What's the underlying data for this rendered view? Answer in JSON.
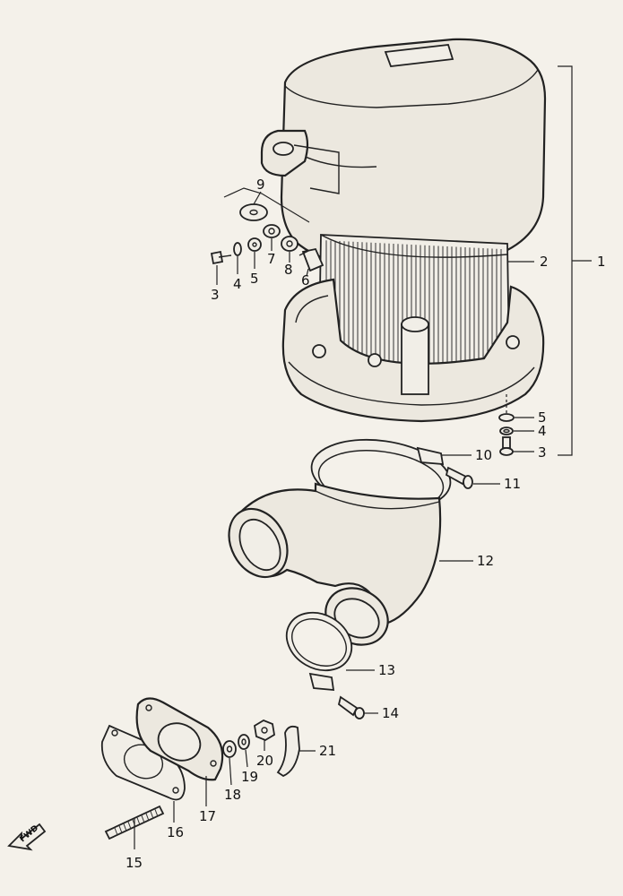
{
  "callouts": [
    {
      "id": "1",
      "label": "1"
    },
    {
      "id": "2",
      "label": "2"
    },
    {
      "id": "3a",
      "label": "3"
    },
    {
      "id": "4a",
      "label": "4"
    },
    {
      "id": "5a",
      "label": "5"
    },
    {
      "id": "6",
      "label": "6"
    },
    {
      "id": "7",
      "label": "7"
    },
    {
      "id": "8",
      "label": "8"
    },
    {
      "id": "9",
      "label": "9"
    },
    {
      "id": "5b",
      "label": "5"
    },
    {
      "id": "4b",
      "label": "4"
    },
    {
      "id": "3b",
      "label": "3"
    },
    {
      "id": "10",
      "label": "10"
    },
    {
      "id": "11",
      "label": "11"
    },
    {
      "id": "12",
      "label": "12"
    },
    {
      "id": "13",
      "label": "13"
    },
    {
      "id": "14",
      "label": "14"
    },
    {
      "id": "15",
      "label": "15"
    },
    {
      "id": "16",
      "label": "16"
    },
    {
      "id": "17",
      "label": "17"
    },
    {
      "id": "18",
      "label": "18"
    },
    {
      "id": "19",
      "label": "19"
    },
    {
      "id": "20",
      "label": "20"
    },
    {
      "id": "21",
      "label": "21"
    }
  ],
  "direction_marker": {
    "text": "FWD",
    "icon": "forward-arrow-icon"
  }
}
